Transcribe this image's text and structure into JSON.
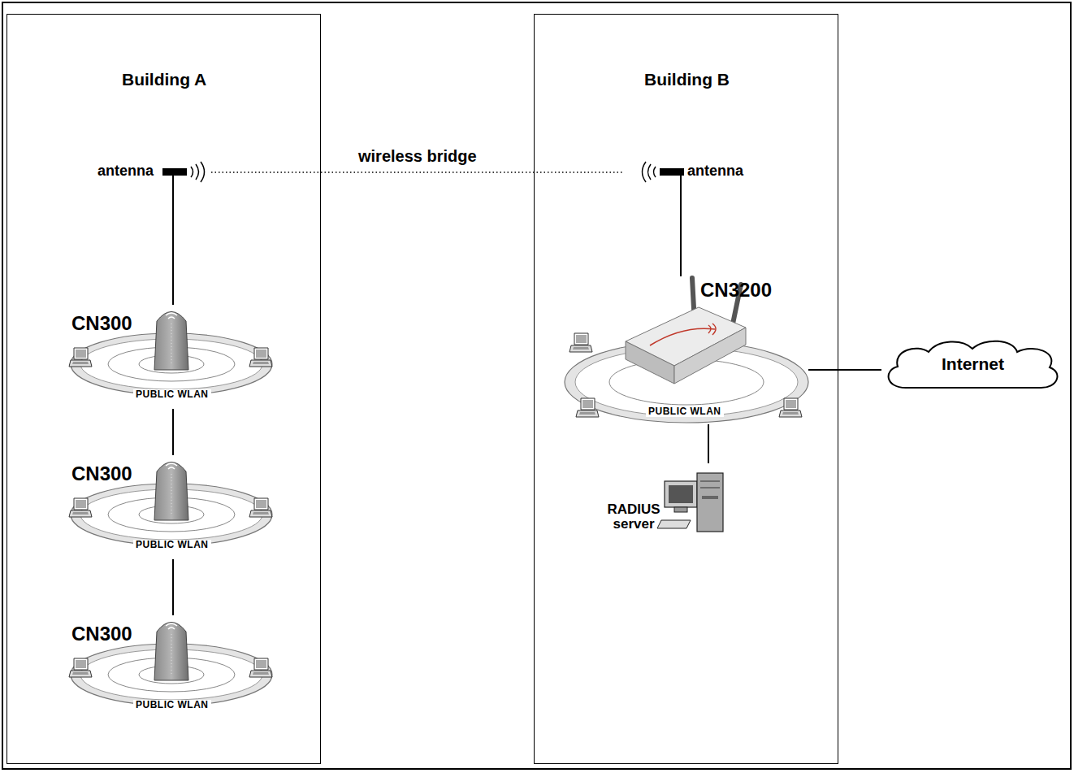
{
  "diagram": {
    "nodes": [
      {
        "text": [
          "Building A"
        ]
      },
      {
        "text": [
          "antenna"
        ],
        "in": 0
      },
      {
        "text": [
          "CN300",
          "PUBLIC WLAN"
        ],
        "in": 0
      },
      {
        "text": [
          "CN300",
          "PUBLIC WLAN"
        ],
        "in": 0
      },
      {
        "text": [
          "CN300",
          "PUBLIC WLAN"
        ],
        "in": 0
      },
      {
        "text": [
          "Building B"
        ]
      },
      {
        "text": [
          "antenna"
        ],
        "in": 5
      },
      {
        "text": [
          "CN3200",
          "PUBLIC WLAN"
        ],
        "in": 5
      },
      {
        "text": [
          "RADIUS server"
        ],
        "in": 5
      },
      {
        "text": [
          "Internet"
        ]
      }
    ],
    "edges": [
      {
        "from": 1,
        "to": 6,
        "label": "wireless bridge",
        "arrow": "none"
      },
      {
        "from": 1,
        "to": 2,
        "arrow": "none"
      },
      {
        "from": 2,
        "to": 3,
        "arrow": "none"
      },
      {
        "from": 3,
        "to": 4,
        "arrow": "none"
      },
      {
        "from": 6,
        "to": 7,
        "arrow": "none"
      },
      {
        "from": 7,
        "to": 9,
        "arrow": "none"
      },
      {
        "from": 7,
        "to": 8,
        "arrow": "none"
      }
    ]
  }
}
